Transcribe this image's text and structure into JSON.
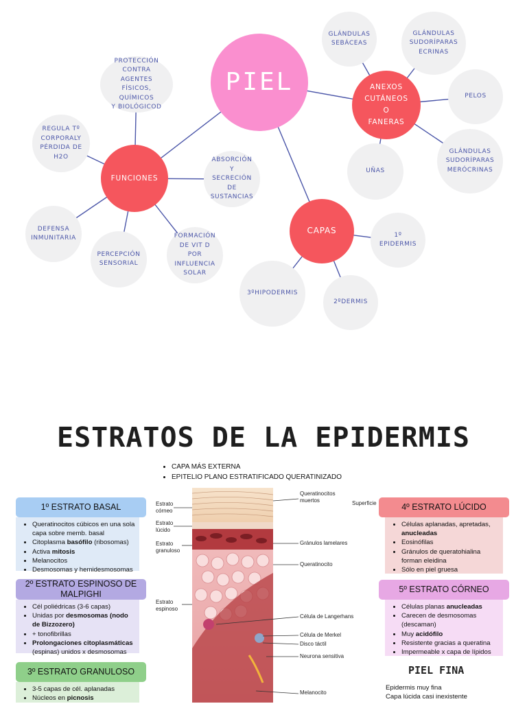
{
  "mindmap": {
    "center": "PIEL",
    "funciones": {
      "title": "FUNCIONES",
      "items": [
        "PROTECCIÓN\nCONTRA AGENTES\nFÍSICOS, QUÍMICOS\nY BIOLÓGICOD",
        "REGULA Tº\nCORPORALY\nPÉRDIDA DE\nH2O",
        "ABSORCIÓN Y\nSECRECIÓN\nDE\nSUSTANCIAS",
        "DEFENSA\nINMUNITARIA",
        "PERCEPCIÓN\nSENSORIAL",
        "FORMACIÓN\nDE VIT D\nPOR\nINFLUENCIA\nSOLAR"
      ]
    },
    "anexos": {
      "title": "ANEXOS\nCUTÁNEOS\nO\nFANERAS",
      "items": [
        "GLÁNDULAS\nSEBÁCEAS",
        "GLÁNDULAS\nSUDORÍPARAS\nECRINAS",
        "PELOS",
        "GLÁNDULAS\nSUDORÍPARAS\nMERÓCRINAS",
        "UÑAS"
      ]
    },
    "capas": {
      "title": "CAPAS",
      "items": [
        "1º\nEPIDERMIS",
        "2ºDERMIS",
        "3ºHIPODERMIS"
      ]
    }
  },
  "epidermis": {
    "title": "ESTRATOS DE LA EPIDERMIS",
    "intro": [
      "CAPA MÁS EXTERNA",
      "EPITELIO PLANO ESTRATIFICADO QUERATINIZADO"
    ],
    "colors": {
      "basal_header": "#a8cdf3",
      "basal_body": "#dfeaf7",
      "espinoso_header": "#b3a9e2",
      "espinoso_body": "#e6e2f5",
      "granuloso_header": "#8fcf8a",
      "granuloso_body": "#dcefd9",
      "lucido_header": "#f38b8f",
      "lucido_body": "#f5d7d7",
      "corneo_header": "#e7a8e4",
      "corneo_body": "#f6dcf5"
    },
    "basal": {
      "header": "1º ESTRATO BASAL",
      "items": [
        [
          "Queratinocitos cúbicos en una sola capa sobre memb. basal",
          ""
        ],
        [
          "Citoplasma ",
          "basófilo",
          " (ribosomas)"
        ],
        [
          "Activa ",
          "mitosis",
          ""
        ],
        [
          "Melanocitos",
          "",
          ""
        ],
        [
          "Desmosomas y hemidesmosomas",
          "",
          ""
        ]
      ]
    },
    "espinoso": {
      "header": "2º ESTRATO ESPINOSO DE MALPIGHI",
      "items": [
        [
          "Cél poliédricas (3-6 capas)",
          "",
          ""
        ],
        [
          "Unidas por ",
          "desmosomas (nodo de Bizzozero)",
          ""
        ],
        [
          "+ tonofibrillas",
          "",
          ""
        ],
        [
          "",
          "Prolongaciones citoplasmáticas",
          " (espinas) unidos x desmosomas"
        ]
      ]
    },
    "granuloso": {
      "header": "3º ESTRATO GRANULOSO",
      "items": [
        [
          "3-5 capas de cél. aplanadas",
          "",
          ""
        ],
        [
          "Núcleos en ",
          "picnosis",
          ""
        ]
      ]
    },
    "lucido": {
      "header": "4º ESTRATO LÚCIDO",
      "items": [
        [
          "Células aplanadas, apretadas, ",
          "anucleadas",
          ""
        ],
        [
          "Eosinófilas",
          "",
          ""
        ],
        [
          "Gránulos de queratohialina forman eleidina",
          "",
          ""
        ],
        [
          "Sólo en piel gruesa",
          "",
          ""
        ]
      ]
    },
    "corneo": {
      "header": "5º ESTRATO CÓRNEO",
      "items": [
        [
          "Células planas ",
          "anucleadas",
          ""
        ],
        [
          "Carecen de desmosomas (descaman)",
          "",
          ""
        ],
        [
          "Muy ",
          "acidófilo",
          ""
        ],
        [
          "Resistente gracias a queratina",
          "",
          ""
        ],
        [
          "Impermeable x capa de lípidos",
          "",
          ""
        ]
      ]
    },
    "figure": {
      "left_labels": [
        "Estrato\ncórneo",
        "Estrato\nlúcido",
        "Estrato\ngranuloso",
        "Estrato\nespinoso"
      ],
      "right_labels": [
        "Queratinocitos\nmuertos",
        "Gránulos lamelares",
        "Queratinocito",
        "Célula de Langerhans",
        "Célula de Merkel",
        "Disco táctil",
        "Neurona sensitiva",
        "Melanocito"
      ],
      "superficie": "Superficie"
    },
    "piel_fina": {
      "title": "PIEL FINA",
      "lines": [
        "Epidermis muy fina",
        "Capa lúcida casi inexistente"
      ]
    }
  }
}
